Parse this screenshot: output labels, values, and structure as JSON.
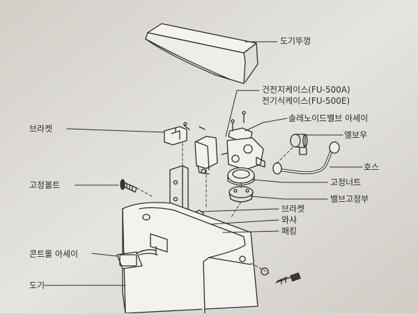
{
  "labels": {
    "toilet_lid": "도기뚜껑",
    "case_dry": "건전지케이스(FU-500A)",
    "case_elec": "전기식케이스(FU-500E)",
    "solenoid": "솔레노이드밸브 아세이",
    "bracket_left": "브라켓",
    "elbow": "엘보우",
    "hose": "호스",
    "fixing_bolt": "고정볼트",
    "fixing_nut": "고정너트",
    "valve_fixer": "밸브고정부",
    "bracket_bottom": "브라켓",
    "washer": "와샤",
    "packing": "패킹",
    "control_assembly": "콘트롤 아세이",
    "ceramic_body": "도기"
  },
  "colors": {
    "paper": "#e8e6e1",
    "ink": "#2a2a2a"
  }
}
